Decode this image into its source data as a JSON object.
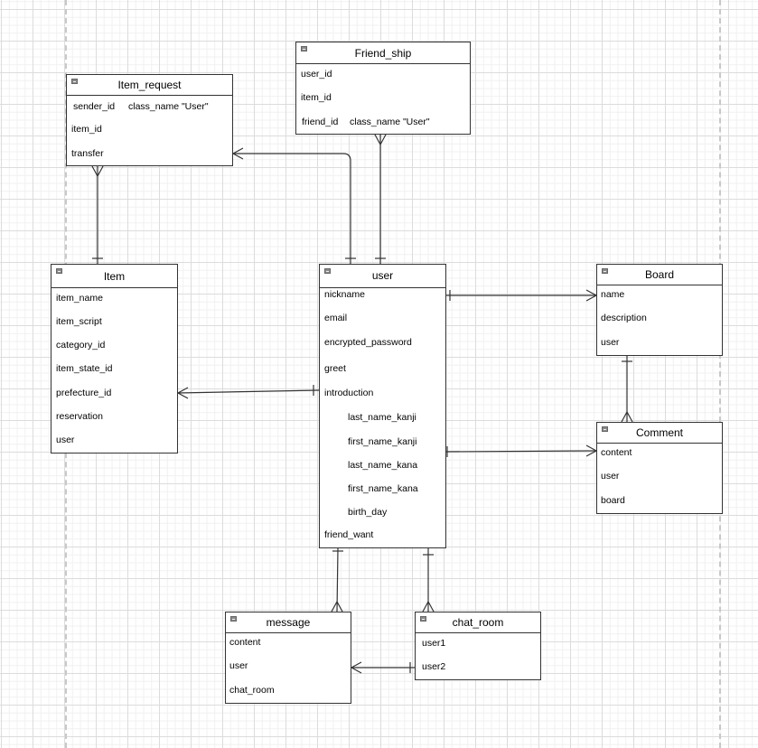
{
  "diagram": {
    "type": "entity-relationship",
    "entities": {
      "item_request": {
        "name": "Item_request",
        "fields": [
          {
            "name": "sender_id",
            "note": "class_name \"User\""
          },
          {
            "name": "item_id"
          },
          {
            "name": "transfer"
          }
        ]
      },
      "friend_ship": {
        "name": "Friend_ship",
        "fields": [
          {
            "name": "user_id"
          },
          {
            "name": "item_id"
          },
          {
            "name": "friend_id",
            "note": "class_name \"User\""
          }
        ]
      },
      "item": {
        "name": "Item",
        "fields": [
          {
            "name": "item_name"
          },
          {
            "name": "item_script"
          },
          {
            "name": "category_id"
          },
          {
            "name": "item_state_id"
          },
          {
            "name": "prefecture_id"
          },
          {
            "name": "reservation"
          },
          {
            "name": "user"
          }
        ]
      },
      "user": {
        "name": "user",
        "fields": [
          {
            "name": "nickname"
          },
          {
            "name": "email"
          },
          {
            "name": "encrypted_password"
          },
          {
            "name": "greet"
          },
          {
            "name": "introduction"
          },
          {
            "name": "last_name_kanji"
          },
          {
            "name": "first_name_kanji"
          },
          {
            "name": "last_name_kana"
          },
          {
            "name": "first_name_kana"
          },
          {
            "name": "birth_day"
          },
          {
            "name": "friend_want"
          }
        ]
      },
      "board": {
        "name": "Board",
        "fields": [
          {
            "name": "name"
          },
          {
            "name": "description"
          },
          {
            "name": "user"
          }
        ]
      },
      "comment": {
        "name": "Comment",
        "fields": [
          {
            "name": "content"
          },
          {
            "name": "user"
          },
          {
            "name": "board"
          }
        ]
      },
      "message": {
        "name": "message",
        "fields": [
          {
            "name": "content"
          },
          {
            "name": "user"
          },
          {
            "name": "chat_room"
          }
        ]
      },
      "chat_room": {
        "name": "chat_room",
        "fields": [
          {
            "name": "user1"
          },
          {
            "name": "user2"
          }
        ]
      }
    },
    "relationships": [
      {
        "from": "user",
        "to": "item_request",
        "from_cardinality": "one",
        "to_cardinality": "many"
      },
      {
        "from": "user",
        "to": "friend_ship",
        "from_cardinality": "one",
        "to_cardinality": "many"
      },
      {
        "from": "item",
        "to": "item_request",
        "from_cardinality": "one",
        "to_cardinality": "many"
      },
      {
        "from": "user",
        "to": "item",
        "from_cardinality": "one",
        "to_cardinality": "many"
      },
      {
        "from": "user",
        "to": "board",
        "from_cardinality": "one",
        "to_cardinality": "many"
      },
      {
        "from": "user",
        "to": "comment",
        "from_cardinality": "one",
        "to_cardinality": "many"
      },
      {
        "from": "board",
        "to": "comment",
        "from_cardinality": "one",
        "to_cardinality": "many"
      },
      {
        "from": "user",
        "to": "message",
        "from_cardinality": "one",
        "to_cardinality": "many"
      },
      {
        "from": "user",
        "to": "chat_room",
        "from_cardinality": "one",
        "to_cardinality": "many"
      },
      {
        "from": "chat_room",
        "to": "message",
        "from_cardinality": "one",
        "to_cardinality": "many"
      }
    ],
    "colors": {
      "line": "#333333",
      "entity_fill": "#ffffff",
      "grid_major": "#dcdcdc",
      "grid_minor": "#f0f0f0",
      "page_edge": "#c8c8c8"
    }
  }
}
